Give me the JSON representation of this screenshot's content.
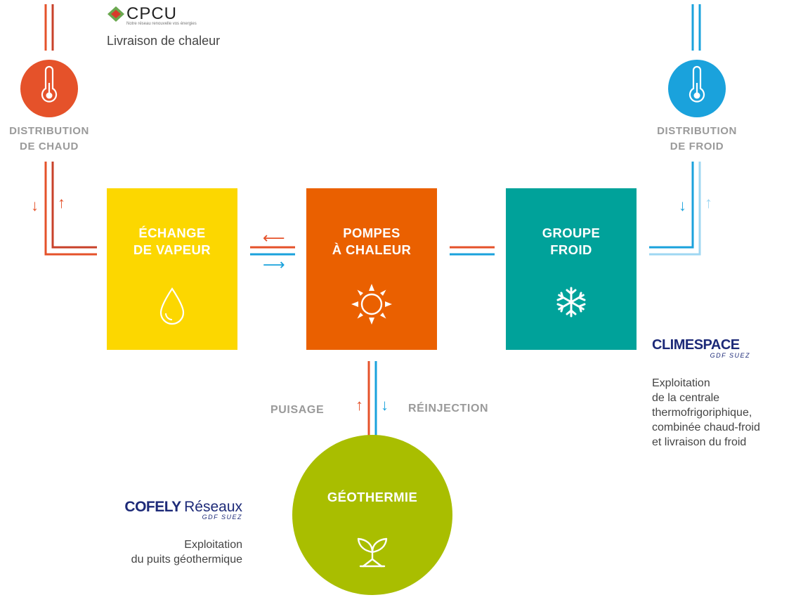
{
  "colors": {
    "hot": "#e5522a",
    "hot_dark": "#c8412a",
    "cold": "#1aa2dc",
    "cold_light": "#9fd7f2",
    "vapeur": "#fcd700",
    "pompes": "#ea6000",
    "groupe": "#00a29a",
    "geo": "#a9be00",
    "gray": "#9a9a9a",
    "navy": "#1d2a78"
  },
  "cpcu": {
    "name": "CPCU",
    "tagline": "Notre réseau renouvelle vos énergies",
    "desc": "Livraison de chaleur"
  },
  "distribution_chaud": {
    "line1": "DISTRIBUTION",
    "line2": "DE CHAUD"
  },
  "distribution_froid": {
    "line1": "DISTRIBUTION",
    "line2": "DE FROID"
  },
  "boxes": {
    "vapeur": {
      "line1": "ÉCHANGE",
      "line2": "DE VAPEUR",
      "icon": "water-drop-icon"
    },
    "pompes": {
      "line1": "POMPES",
      "line2": "À CHALEUR",
      "icon": "sun-icon"
    },
    "groupe": {
      "line1": "GROUPE",
      "line2": "FROID",
      "icon": "snowflake-icon"
    }
  },
  "flows": {
    "puisage": "PUISAGE",
    "reinjection": "RÉINJECTION"
  },
  "geothermie": {
    "label": "GÉOTHERMIE",
    "icon": "sprout-icon"
  },
  "climespace": {
    "name": "CLIMESPACE",
    "sub": "GDF SUEZ",
    "desc": [
      "Exploitation",
      "de la centrale",
      "thermofrigoriphique,",
      "combinée chaud-froid",
      "et livraison du froid"
    ]
  },
  "cofely": {
    "name1": "COFELY",
    "name2": "Réseaux",
    "sub": "GDF SUEZ",
    "desc": [
      "Exploitation",
      "du puits géothermique"
    ]
  }
}
